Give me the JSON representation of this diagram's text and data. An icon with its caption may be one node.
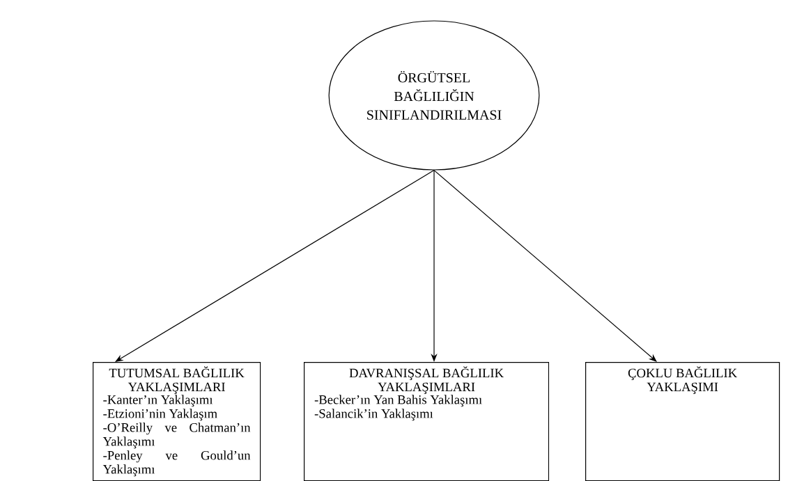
{
  "diagram": {
    "nodes": [
      {
        "text": [
          "ÖRGÜTSEL BAĞLILIĞIN SINIFLANDIRILMASI"
        ]
      },
      {
        "text": [
          "TUTUMSAL BAĞLILIK YAKLAŞIMLARI",
          "-Kanter’ın Yaklaşımı",
          "-Etzioni’nin Yaklaşım",
          "-O’Reilly ve Chatman’ın Yaklaşımı",
          "-Penley ve Gould’un Yaklaşımı"
        ]
      },
      {
        "text": [
          "DAVRANIŞSAL BAĞLILIK YAKLAŞIMLARI",
          "-Becker’ın Yan Bahis Yaklaşımı",
          "-Salancik’in Yaklaşımı"
        ]
      },
      {
        "text": [
          "ÇOKLU BAĞLILIK YAKLAŞIMI"
        ]
      }
    ],
    "edges": [
      {
        "from": 0,
        "to": 1,
        "arrow": "to"
      },
      {
        "from": 0,
        "to": 2,
        "arrow": "to"
      },
      {
        "from": 0,
        "to": 3,
        "arrow": "to"
      }
    ]
  }
}
